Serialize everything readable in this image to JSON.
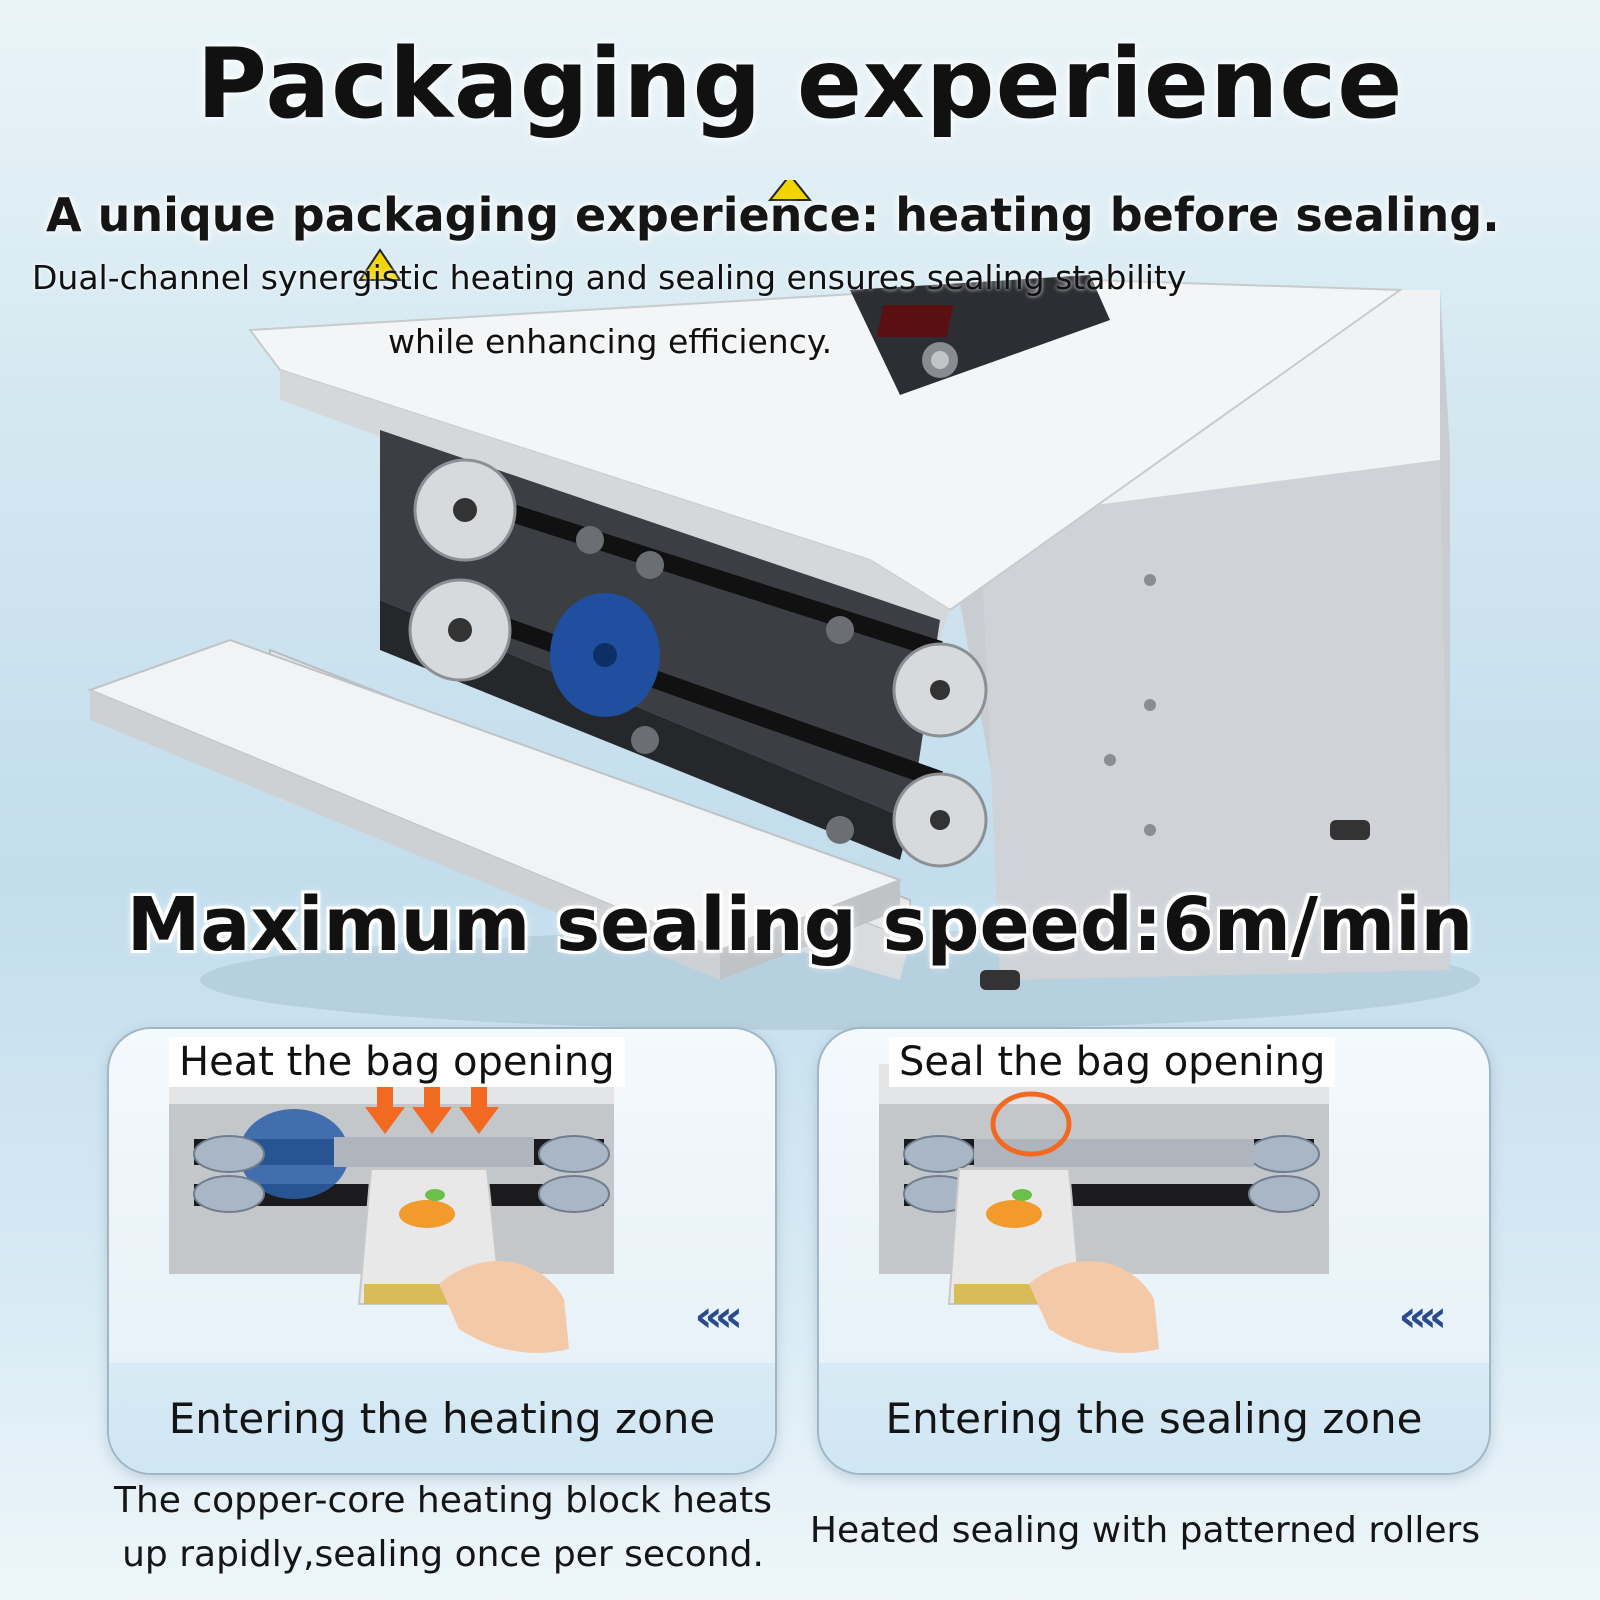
{
  "header": {
    "title": "Packaging experience",
    "subtitle": "A unique packaging experience: heating before sealing.",
    "description_line1": "Dual-channel synergistic heating and sealing ensures sealing stability",
    "description_line2": "while enhancing efficiency."
  },
  "feature": {
    "speed_text": "Maximum sealing speed:6m/min"
  },
  "panels": [
    {
      "header": "Heat the bag opening",
      "footer": "Entering the heating zone",
      "caption_line1": "The copper-core heating block heats",
      "caption_line2": "up rapidly,sealing once per second.",
      "direction_icon": "chevrons-left-icon"
    },
    {
      "header": "Seal the bag opening",
      "footer": "Entering the sealing zone",
      "caption_line1": "Heated sealing with patterned rollers",
      "direction_icon": "chevrons-left-icon"
    }
  ],
  "colors": {
    "arrow_orange": "#f26a21",
    "chevron_blue": "#2a4b8d",
    "blue_wheel": "#1f4f9e",
    "machine_body": "#e9ecef"
  }
}
